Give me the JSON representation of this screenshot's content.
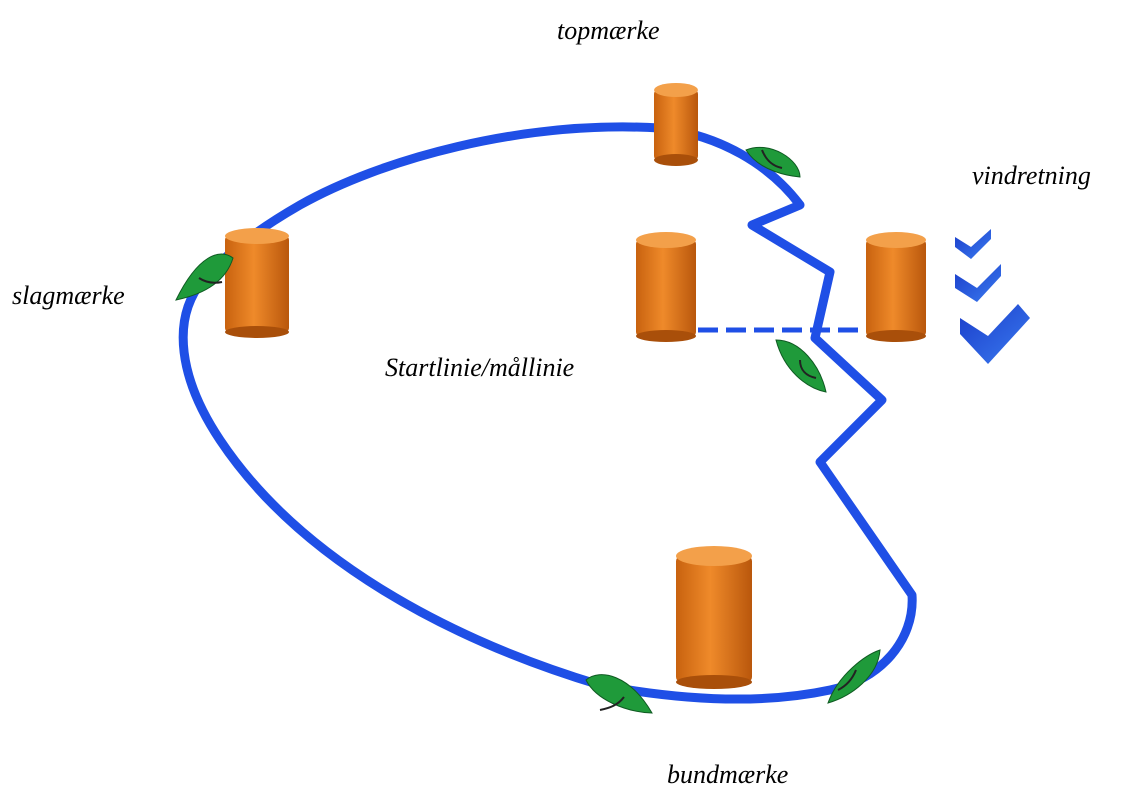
{
  "labels": {
    "top_mark": "topmærke",
    "wind_direction": "vindretning",
    "wing_mark": "slagmærke",
    "start_finish": "Startlinie/mållinie",
    "bottom_mark": "bundmærke"
  },
  "colors": {
    "route": "#1f4fe6",
    "buoy": "#e07a1c",
    "buoy_top": "#f3a04a",
    "boat": "#1f9a3a",
    "wind_arrow": "#1d43d6"
  }
}
